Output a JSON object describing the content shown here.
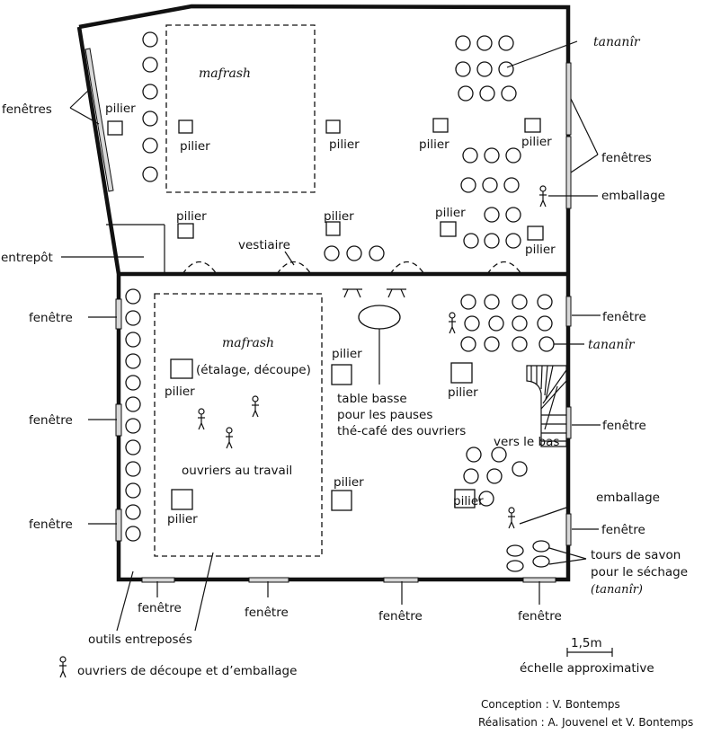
{
  "labels": {
    "mafrash": "mafrash",
    "tananir": "tananîr",
    "fenetres": "fenêtres",
    "fenetre": "fenêtre",
    "pilier": "pilier",
    "entrepot": "entrepôt",
    "vestiaire": "vestiaire",
    "emballage": "emballage",
    "etalage": "(étalage, découpe)",
    "ouvriers": "ouvriers au travail",
    "table1": "table basse",
    "table2": "pour les pauses",
    "table3": "thé-café des ouvriers",
    "vers_le_bas": "vers le bas",
    "tours1": "tours de savon",
    "tours2": "pour le séchage",
    "tours3": "(tananîr)",
    "outils": "outils entreposés",
    "legend_workers": "ouvriers de découpe et d’emballage",
    "scale_value": "1,5m",
    "scale_caption": "échelle approximative",
    "credit1": "Conception : V. Bontemps",
    "credit2": "Réalisation : A. Jouvenel et V. Bontemps"
  }
}
